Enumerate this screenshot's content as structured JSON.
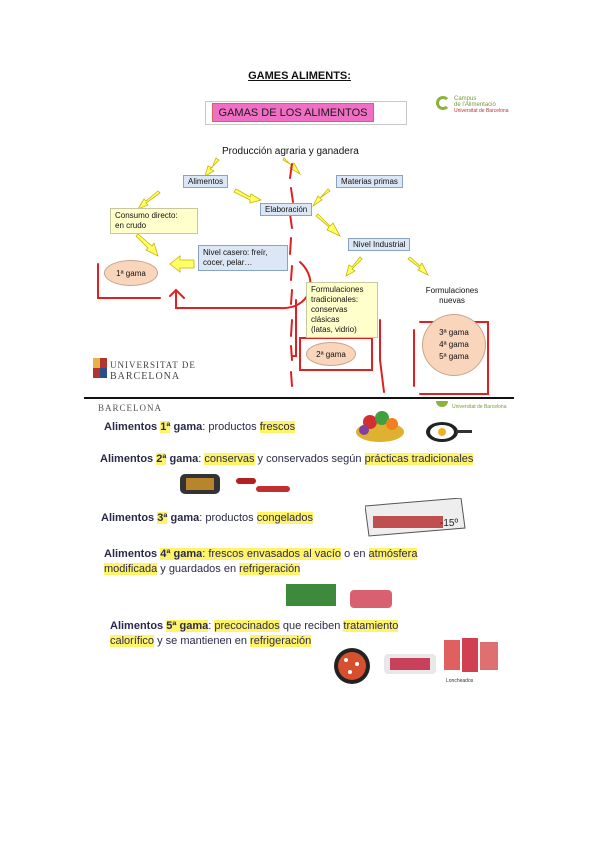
{
  "doc_title": "GAMES ALIMENTS:",
  "slide1": {
    "title": "GAMAS DE LOS ALIMENTOS",
    "campus": [
      "Campus",
      "de l'Alimentació",
      "Universitat de Barcelona"
    ],
    "root": "Producción agraria y ganadera",
    "alimentos": "Alimentos",
    "materias_primas": "Materias primas",
    "elaboracion": "Elaboración",
    "consumo_directo": [
      "Consumo directo:",
      "en crudo"
    ],
    "nivel_casero": [
      "Nivel casero: freír,",
      "cocer, pelar…"
    ],
    "nivel_industrial": "Nivel Industrial",
    "form_trad": [
      "Formulaciones",
      "tradicionales:",
      "conservas clásicas",
      "(latas, vidrio)"
    ],
    "form_nuevas": [
      "Formulaciones",
      "nuevas"
    ],
    "gama1": "1ª gama",
    "gama2": "2ª gama",
    "gama3": "3ª gama",
    "gama4": "4ª gama",
    "gama5": "5ª gama",
    "ub": [
      "UNIVERSITAT DE",
      "BARCELONA"
    ]
  },
  "slide2": {
    "barcelona": "BARCELONA",
    "campus": "Universitat de Barcelona",
    "lines": [
      {
        "prefix": "Alimentos ",
        "gama": "1ª",
        "mid": " gama",
        "rest": ": productos ",
        "hl": "frescos"
      },
      {
        "prefix": "Alimentos ",
        "gama": "2ª",
        "mid": " gama",
        "rest": ": ",
        "hl": "conservas",
        "rest2": " y conservados según ",
        "hl2": "prácticas tradicionales"
      },
      {
        "prefix": "Alimentos ",
        "gama": "3ª",
        "mid": " gama",
        "rest": ": productos ",
        "hl": "congelados"
      }
    ],
    "line4": {
      "a": "Alimentos ",
      "b": "4ª gama",
      "c": ": frescos envasados al vacío",
      "d": " o en ",
      "e": "atmósfera",
      "f": "modificada",
      "g": " y guardados en ",
      "h": "refrigeración"
    },
    "line5": {
      "a": "Alimentos ",
      "b": "5ª gama",
      "c": ": ",
      "d": "precocinados",
      "e": " que reciben ",
      "f": "tratamiento",
      "g": "calorífico",
      "h": " y se mantienen en ",
      "i": "refrigeración"
    },
    "freezer_temp": "-15º",
    "loncheados": "Loncheados"
  },
  "colors": {
    "title_pink": "#f06fc4",
    "box_blue": "#dbe7f4",
    "box_yellow": "#ffffcc",
    "oval": "#f9d5bc",
    "highlight": "#fff36a",
    "pen_red": "#e02020"
  }
}
